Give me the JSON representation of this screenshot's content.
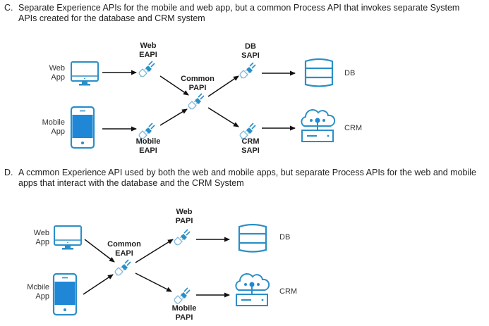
{
  "colors": {
    "icon_stroke": "#2a8fc7",
    "icon_fill": "#1f87d6",
    "arrow": "#111111",
    "text": "#222222"
  },
  "option_c": {
    "letter": "C.",
    "line1": "Separate Experience APIs for the mobile and web app, but a common Process API that invokes separate System",
    "line2": "APIs created for the database and CRM system",
    "nodes": {
      "web_app": {
        "line1": "Web",
        "line2": "App",
        "icon": "monitor-icon"
      },
      "mobile_app": {
        "line1": "Mobile",
        "line2": "App",
        "icon": "smartphone-icon"
      },
      "web_eapi": {
        "line1": "Web",
        "line2": "EAPI",
        "icon": "api-plug-icon"
      },
      "mobile_eapi": {
        "line1": "Mobile",
        "line2": "EAPI",
        "icon": "api-plug-icon"
      },
      "common_papi": {
        "line1": "Common",
        "line2": "PAPI",
        "icon": "api-plug-icon"
      },
      "db_sapi": {
        "line1": "DB",
        "line2": "SAPI",
        "icon": "api-plug-icon"
      },
      "crm_sapi": {
        "line1": "CRM",
        "line2": "SAPI",
        "icon": "api-plug-icon"
      },
      "db": {
        "label": "DB",
        "icon": "database-icon"
      },
      "crm": {
        "label": "CRM",
        "icon": "cloud-server-icon"
      }
    },
    "edges": [
      [
        "web_app",
        "web_eapi"
      ],
      [
        "mobile_app",
        "mobile_eapi"
      ],
      [
        "web_eapi",
        "common_papi"
      ],
      [
        "mobile_eapi",
        "common_papi"
      ],
      [
        "common_papi",
        "db_sapi"
      ],
      [
        "common_papi",
        "crm_sapi"
      ],
      [
        "db_sapi",
        "db"
      ],
      [
        "crm_sapi",
        "crm"
      ]
    ]
  },
  "option_d": {
    "letter": "D.",
    "line1": "A ccmmon Experience API used by both the web and mobile apps, but separate Process APIs for the web and mobile",
    "line2": "apps that interact with the database and the CRM System",
    "nodes": {
      "web_app": {
        "line1": "Web",
        "line2": "App",
        "icon": "monitor-icon"
      },
      "mobile_app": {
        "line1": "Mcbile",
        "line2": "App",
        "icon": "smartphone-icon"
      },
      "common_eapi": {
        "line1": "Common",
        "line2": "EAPI",
        "icon": "api-plug-icon"
      },
      "web_papi": {
        "line1": "Web",
        "line2": "PAPI",
        "icon": "api-plug-icon"
      },
      "mobile_papi": {
        "line1": "Mobile",
        "line2": "PAPI",
        "icon": "api-plug-icon"
      },
      "db": {
        "label": "DB",
        "icon": "database-icon"
      },
      "crm": {
        "label": "CRM",
        "icon": "cloud-server-icon"
      }
    },
    "edges": [
      [
        "web_app",
        "common_eapi"
      ],
      [
        "mobile_app",
        "common_eapi"
      ],
      [
        "common_eapi",
        "web_papi"
      ],
      [
        "common_eapi",
        "mobile_papi"
      ],
      [
        "web_papi",
        "db"
      ],
      [
        "mobile_papi",
        "crm"
      ]
    ]
  }
}
